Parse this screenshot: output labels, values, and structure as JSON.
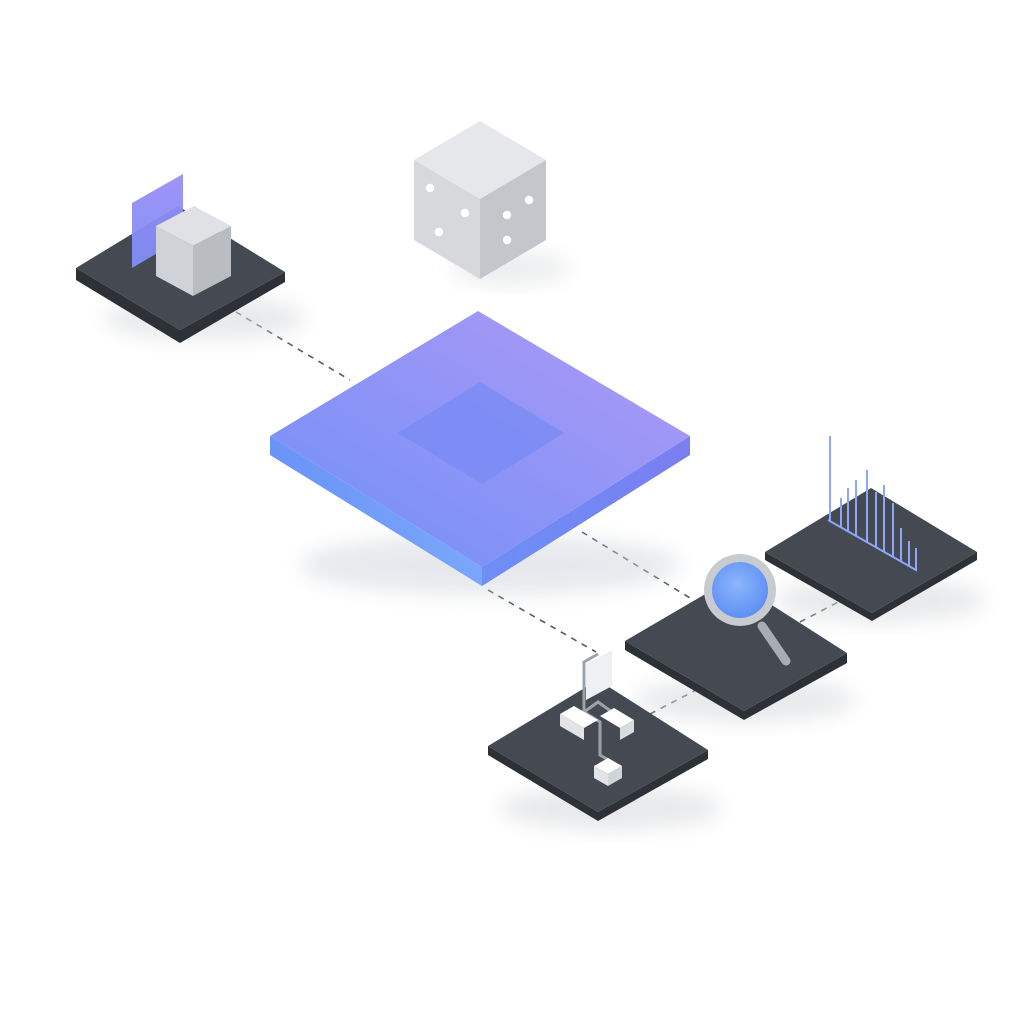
{
  "diagram": {
    "type": "isometric-architecture-illustration",
    "labels_visible": false,
    "colors": {
      "background": "#ffffff",
      "hub_top_start": "#6f8ff8",
      "hub_top_end": "#b09af5",
      "hub_inset": "#7d8cf6",
      "hub_side_left": "#6d95f6",
      "hub_side_right": "#5a78ef",
      "platform_top": "#464b53",
      "platform_side": "#2d3137",
      "cube_light": "#e4e6e9",
      "cube_mid": "#cdd0d4",
      "cube_dark": "#b8bcc1",
      "accent_panel": "#8e8cf6",
      "lens_blue": "#6b9bf7",
      "chart_bars": "#8fa6f8",
      "flow_box": "#ffffff",
      "connector": "#555a60"
    },
    "nodes": [
      {
        "id": "central-hub",
        "icon": "layer-platform-icon"
      },
      {
        "id": "storage-node",
        "icon": "cube-with-panel-icon"
      },
      {
        "id": "dice-cube",
        "icon": "dice-cube-icon"
      },
      {
        "id": "analytics-node",
        "icon": "bar-chart-icon"
      },
      {
        "id": "search-node",
        "icon": "magnifier-icon"
      },
      {
        "id": "workflow-node",
        "icon": "flowchart-icon"
      }
    ],
    "connections": [
      {
        "from": "central-hub",
        "to": "storage-node",
        "style": "dashed"
      },
      {
        "from": "central-hub",
        "to": "search-node",
        "style": "dashed"
      },
      {
        "from": "central-hub",
        "to": "workflow-node",
        "style": "dashed"
      },
      {
        "from": "search-node",
        "to": "analytics-node",
        "style": "dashed"
      },
      {
        "from": "search-node",
        "to": "workflow-node",
        "style": "dashed"
      }
    ]
  }
}
